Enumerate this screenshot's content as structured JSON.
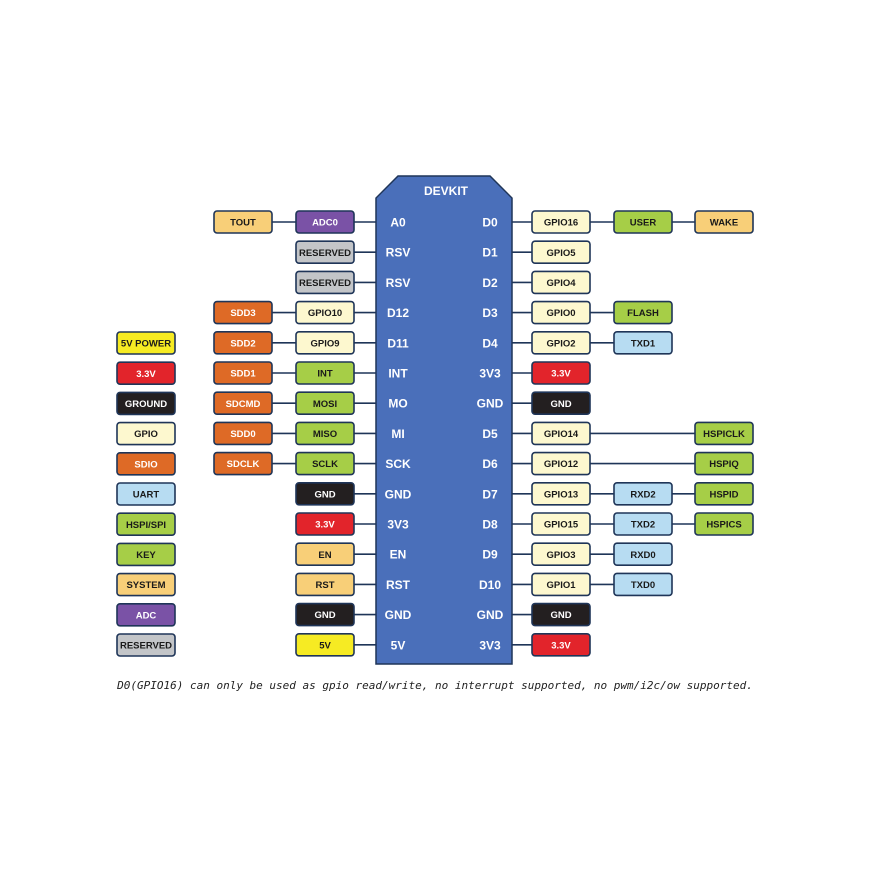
{
  "board": {
    "title": "DEVKIT",
    "color": "#4a6fba"
  },
  "colors": {
    "tout": "#f8cf78",
    "adc": "#7a52a6",
    "reserved": "#c3c5c8",
    "sdio": "#de6a26",
    "gpio": "#fdf8cf",
    "hspi": "#a6ce47",
    "ground": "#231f20",
    "power33": "#e2242b",
    "system": "#f8cf78",
    "power5": "#f6eb23",
    "uart": "#b7dcf2",
    "key": "#a6ce47",
    "outline": "#1f3558"
  },
  "left_pins": [
    {
      "pin": "A0",
      "labels": [
        {
          "text": "TOUT",
          "kind": "tout"
        },
        {
          "text": "ADC0",
          "kind": "adc"
        }
      ]
    },
    {
      "pin": "RSV",
      "labels": [
        {
          "text": "RESERVED",
          "kind": "reserved"
        }
      ]
    },
    {
      "pin": "RSV",
      "labels": [
        {
          "text": "RESERVED",
          "kind": "reserved"
        }
      ]
    },
    {
      "pin": "D12",
      "labels": [
        {
          "text": "SDD3",
          "kind": "sdio"
        },
        {
          "text": "GPIO10",
          "kind": "gpio"
        }
      ]
    },
    {
      "pin": "D11",
      "labels": [
        {
          "text": "SDD2",
          "kind": "sdio"
        },
        {
          "text": "GPIO9",
          "kind": "gpio"
        }
      ]
    },
    {
      "pin": "INT",
      "labels": [
        {
          "text": "SDD1",
          "kind": "sdio"
        },
        {
          "text": "INT",
          "kind": "hspi"
        }
      ]
    },
    {
      "pin": "MO",
      "labels": [
        {
          "text": "SDCMD",
          "kind": "sdio"
        },
        {
          "text": "MOSI",
          "kind": "hspi"
        }
      ]
    },
    {
      "pin": "MI",
      "labels": [
        {
          "text": "SDD0",
          "kind": "sdio"
        },
        {
          "text": "MISO",
          "kind": "hspi"
        }
      ]
    },
    {
      "pin": "SCK",
      "labels": [
        {
          "text": "SDCLK",
          "kind": "sdio"
        },
        {
          "text": "SCLK",
          "kind": "hspi"
        }
      ]
    },
    {
      "pin": "GND",
      "labels": [
        {
          "text": "GND",
          "kind": "ground"
        }
      ]
    },
    {
      "pin": "3V3",
      "labels": [
        {
          "text": "3.3V",
          "kind": "power33"
        }
      ]
    },
    {
      "pin": "EN",
      "labels": [
        {
          "text": "EN",
          "kind": "system"
        }
      ]
    },
    {
      "pin": "RST",
      "labels": [
        {
          "text": "RST",
          "kind": "system"
        }
      ]
    },
    {
      "pin": "GND",
      "labels": [
        {
          "text": "GND",
          "kind": "ground"
        }
      ]
    },
    {
      "pin": "5V",
      "labels": [
        {
          "text": "5V",
          "kind": "power5"
        }
      ]
    }
  ],
  "right_pins": [
    {
      "pin": "D0",
      "labels": [
        {
          "text": "GPIO16",
          "kind": "gpio",
          "col": 0
        },
        {
          "text": "USER",
          "kind": "key",
          "col": 1
        },
        {
          "text": "WAKE",
          "kind": "system",
          "col": 2
        }
      ]
    },
    {
      "pin": "D1",
      "labels": [
        {
          "text": "GPIO5",
          "kind": "gpio",
          "col": 0
        }
      ]
    },
    {
      "pin": "D2",
      "labels": [
        {
          "text": "GPIO4",
          "kind": "gpio",
          "col": 0
        }
      ]
    },
    {
      "pin": "D3",
      "labels": [
        {
          "text": "GPIO0",
          "kind": "gpio",
          "col": 0
        },
        {
          "text": "FLASH",
          "kind": "key",
          "col": 1
        }
      ]
    },
    {
      "pin": "D4",
      "labels": [
        {
          "text": "GPIO2",
          "kind": "gpio",
          "col": 0
        },
        {
          "text": "TXD1",
          "kind": "uart",
          "col": 1
        }
      ]
    },
    {
      "pin": "3V3",
      "labels": [
        {
          "text": "3.3V",
          "kind": "power33",
          "col": 0
        }
      ]
    },
    {
      "pin": "GND",
      "labels": [
        {
          "text": "GND",
          "kind": "ground",
          "col": 0
        }
      ]
    },
    {
      "pin": "D5",
      "labels": [
        {
          "text": "GPIO14",
          "kind": "gpio",
          "col": 0
        },
        {
          "text": "HSPICLK",
          "kind": "hspi",
          "col": 2
        }
      ]
    },
    {
      "pin": "D6",
      "labels": [
        {
          "text": "GPIO12",
          "kind": "gpio",
          "col": 0
        },
        {
          "text": "HSPIQ",
          "kind": "hspi",
          "col": 2
        }
      ]
    },
    {
      "pin": "D7",
      "labels": [
        {
          "text": "GPIO13",
          "kind": "gpio",
          "col": 0
        },
        {
          "text": "RXD2",
          "kind": "uart",
          "col": 1
        },
        {
          "text": "HSPID",
          "kind": "hspi",
          "col": 2
        }
      ]
    },
    {
      "pin": "D8",
      "labels": [
        {
          "text": "GPIO15",
          "kind": "gpio",
          "col": 0
        },
        {
          "text": "TXD2",
          "kind": "uart",
          "col": 1
        },
        {
          "text": "HSPICS",
          "kind": "hspi",
          "col": 2
        }
      ]
    },
    {
      "pin": "D9",
      "labels": [
        {
          "text": "GPIO3",
          "kind": "gpio",
          "col": 0
        },
        {
          "text": "RXD0",
          "kind": "uart",
          "col": 1
        }
      ]
    },
    {
      "pin": "D10",
      "labels": [
        {
          "text": "GPIO1",
          "kind": "gpio",
          "col": 0
        },
        {
          "text": "TXD0",
          "kind": "uart",
          "col": 1
        }
      ]
    },
    {
      "pin": "GND",
      "labels": [
        {
          "text": "GND",
          "kind": "ground",
          "col": 0
        }
      ]
    },
    {
      "pin": "3V3",
      "labels": [
        {
          "text": "3.3V",
          "kind": "power33",
          "col": 0
        }
      ]
    }
  ],
  "legend": [
    {
      "text": "5V POWER",
      "kind": "power5"
    },
    {
      "text": "3.3V",
      "kind": "power33"
    },
    {
      "text": "GROUND",
      "kind": "ground"
    },
    {
      "text": "GPIO",
      "kind": "gpio"
    },
    {
      "text": "SDIO",
      "kind": "sdio"
    },
    {
      "text": "UART",
      "kind": "uart"
    },
    {
      "text": "HSPI/SPI",
      "kind": "hspi"
    },
    {
      "text": "KEY",
      "kind": "key"
    },
    {
      "text": "SYSTEM",
      "kind": "system"
    },
    {
      "text": "ADC",
      "kind": "adc"
    },
    {
      "text": "RESERVED",
      "kind": "reserved"
    }
  ],
  "footnote": "D0(GPIO16) can only be used as gpio read/write, no interrupt supported, no pwm/i2c/ow supported."
}
